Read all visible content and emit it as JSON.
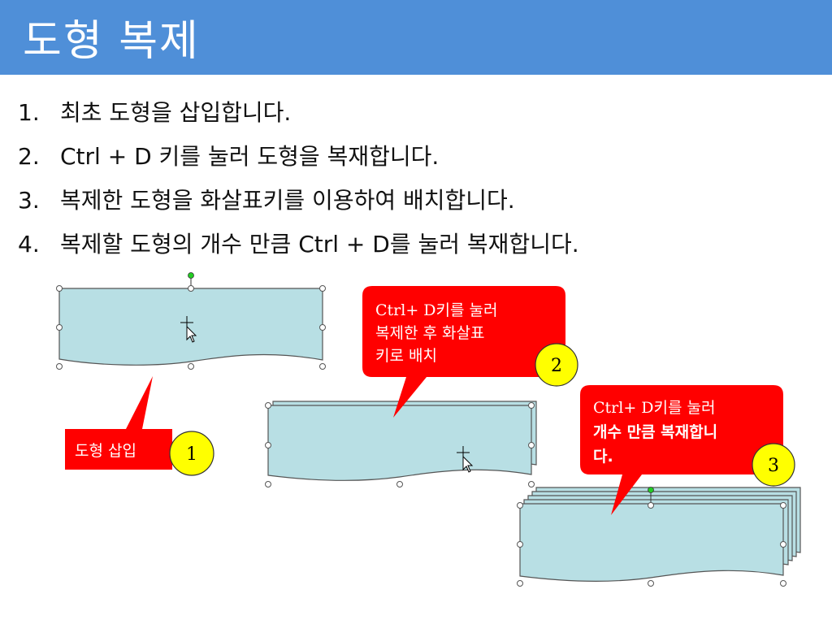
{
  "slide": {
    "title": "도형 복제",
    "steps": [
      {
        "num": "1.",
        "text": "최초 도형을 삽입합니다."
      },
      {
        "num": "2.",
        "text": "Ctrl + D 키를 눌러 도형을 복재합니다."
      },
      {
        "num": "3.",
        "text": "복제한 도형을 화살표키를 이용하여 배치합니다."
      },
      {
        "num": "4.",
        "text": "복제할 도형의 개수 만큼 Ctrl + D를 눌러 복재합니다."
      }
    ]
  },
  "callouts": {
    "insert": {
      "text": "도형 삽입",
      "badge": "1"
    },
    "duplicate": {
      "line1": "Ctrl+ D키를 눌러",
      "line2": "복제한 후 화살표",
      "line3": "키로 배치",
      "badge": "2"
    },
    "repeat": {
      "line1": "Ctrl+ D키를 눌러",
      "line2": "개수 만큼 복재합니",
      "line3": "다.",
      "badge": "3"
    }
  },
  "colors": {
    "title_bar": "#4f8fd8",
    "shape_fill": "#b8dfe4",
    "callout": "#ff0000",
    "badge": "#ffff00",
    "rotation_handle": "#22cc22"
  },
  "icons": [
    "move-cursor-icon",
    "rotation-handle-icon",
    "resize-handle-icon"
  ]
}
